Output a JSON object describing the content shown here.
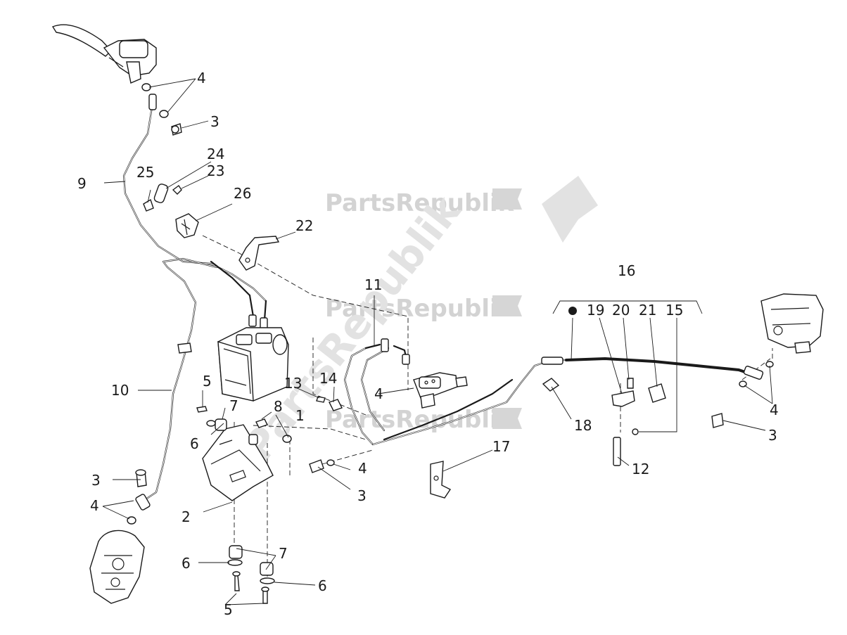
{
  "watermark": {
    "text": "PartsRepublik",
    "color": "#d3d3d3"
  },
  "callouts": [
    "1",
    "2",
    "3",
    "4",
    "5",
    "6",
    "7",
    "8",
    "9",
    "10",
    "11",
    "12",
    "13",
    "14",
    "15",
    "16",
    "17",
    "18",
    "19",
    "20",
    "21",
    "22",
    "23",
    "24",
    "25",
    "26"
  ],
  "labels": {
    "n1": "1",
    "n2": "2",
    "n3a": "3",
    "n3b": "3",
    "n3c": "3",
    "n3d": "3",
    "n4a": "4",
    "n4b": "4",
    "n4c": "4",
    "n4d": "4",
    "n4e": "4",
    "n5a": "5",
    "n5b": "5",
    "n6a": "6",
    "n6b": "6",
    "n6c": "6",
    "n7a": "7",
    "n7b": "7",
    "n8": "8",
    "n9": "9",
    "n10": "10",
    "n11": "11",
    "n12": "12",
    "n13": "13",
    "n14": "14",
    "n15": "15",
    "n16": "16",
    "n17": "17",
    "n18": "18",
    "n19": "19",
    "n20": "20",
    "n21": "21",
    "n22": "22",
    "n23": "23",
    "n24": "24",
    "n25": "25",
    "n26": "26"
  }
}
